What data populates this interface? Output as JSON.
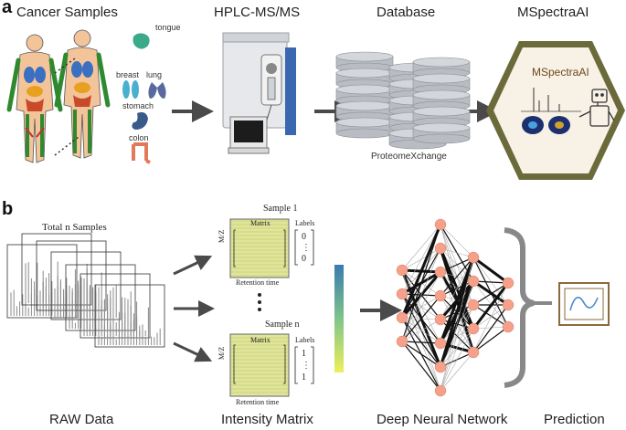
{
  "panel_a": {
    "label": "a",
    "stages": {
      "cancer_samples": "Cancer Samples",
      "hplc": "HPLC-MS/MS",
      "database": "Database",
      "mspectraai": "MSpectraAI"
    },
    "organs": [
      "tongue",
      "breast",
      "lung",
      "stomach",
      "colon"
    ],
    "database_name": "ProteomeXchange",
    "hexagon_title": "MSpectraAI"
  },
  "panel_b": {
    "label": "b",
    "raw_title": "Total n Samples",
    "sample_1": "Sample 1",
    "sample_n": "Sample n",
    "matrix_label": "Matrix",
    "labels_title": "Labels",
    "axis_y": "M/Z",
    "axis_x": "Retention time",
    "label_vector_1": [
      "0",
      "⋮",
      "0"
    ],
    "label_vector_n": [
      "1",
      "⋮",
      "1"
    ],
    "bottom_labels": {
      "raw": "RAW Data",
      "intensity": "Intensity Matrix",
      "dnn": "Deep Neural Network",
      "prediction": "Prediction"
    }
  },
  "colors": {
    "arrow": "#4a4a4a",
    "hexagon_border": "#7a6a3a",
    "hexagon_fill": "#f7f1e6",
    "neuron": "#f4a08a",
    "matrix": "#d8e08a",
    "spectrum": "#8a8a8a",
    "cylinder": "#b9bcc2"
  }
}
